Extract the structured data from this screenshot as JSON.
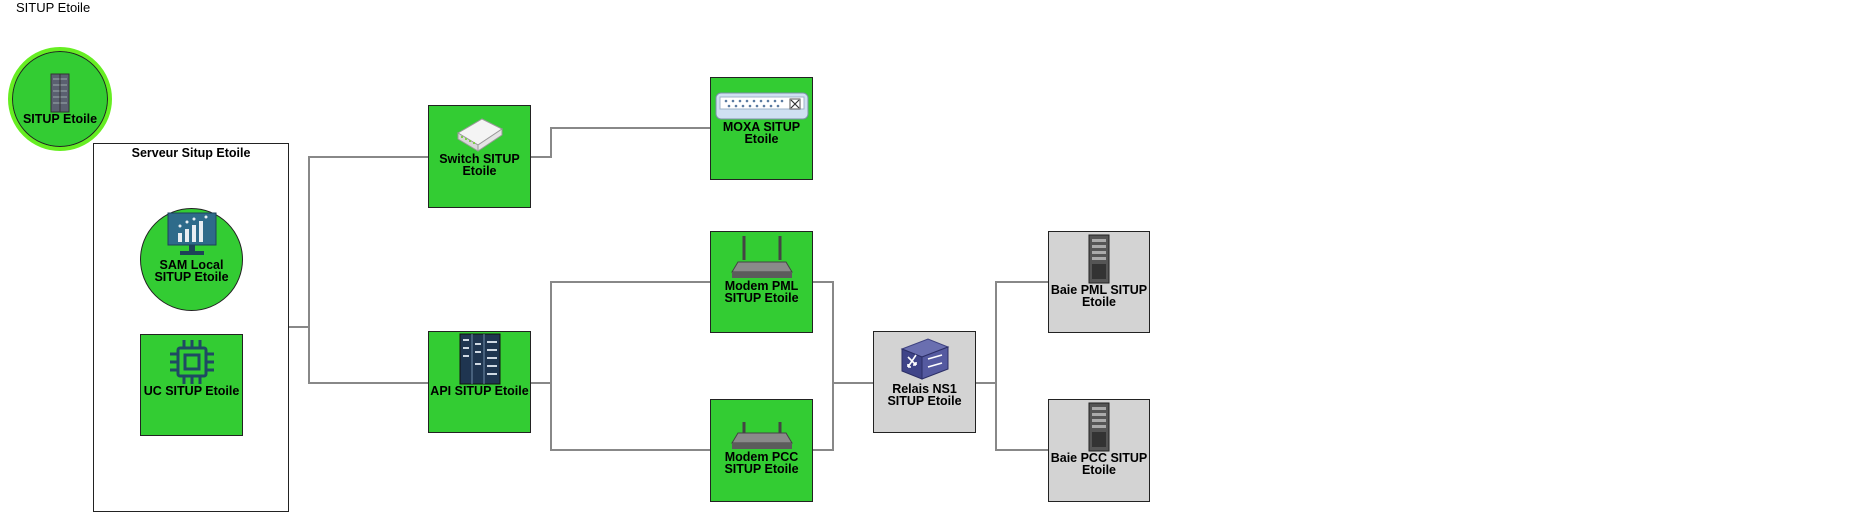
{
  "page_title": "SITUP Etoile",
  "legend_node": {
    "label": "SITUP Etoile",
    "icon": "server-rack-icon"
  },
  "server_group": {
    "title": "Serveur Situp Etoile"
  },
  "nodes": {
    "sam_local": {
      "label": "SAM Local SITUP Etoile",
      "icon": "monitor-chart-icon"
    },
    "uc": {
      "label": "UC SITUP Etoile",
      "icon": "cpu-chip-icon"
    },
    "switch": {
      "label": "Switch SITUP Etoile",
      "icon": "network-switch-icon"
    },
    "api": {
      "label": "API SITUP Etoile",
      "icon": "plc-rack-icon"
    },
    "moxa": {
      "label": "MOXA SITUP Etoile",
      "icon": "serial-device-server-icon"
    },
    "modem_pml": {
      "label": "Modem PML SITUP Etoile",
      "icon": "router-antenna-icon"
    },
    "modem_pcc": {
      "label": "Modem PCC SITUP Etoile",
      "icon": "router-antenna-icon"
    },
    "relais": {
      "label": "Relais NS1 SITUP Etoile",
      "icon": "layer3-switch-icon"
    },
    "baie_pml": {
      "label": "Baie PML SITUP Etoile",
      "icon": "server-tower-icon"
    },
    "baie_pcc": {
      "label": "Baie PCC SITUP Etoile",
      "icon": "server-tower-icon"
    }
  },
  "colors": {
    "node_green": "#33cc33",
    "node_gray": "#d3d3d3",
    "legend_ring": "#66ee22",
    "wire": "#888888"
  }
}
